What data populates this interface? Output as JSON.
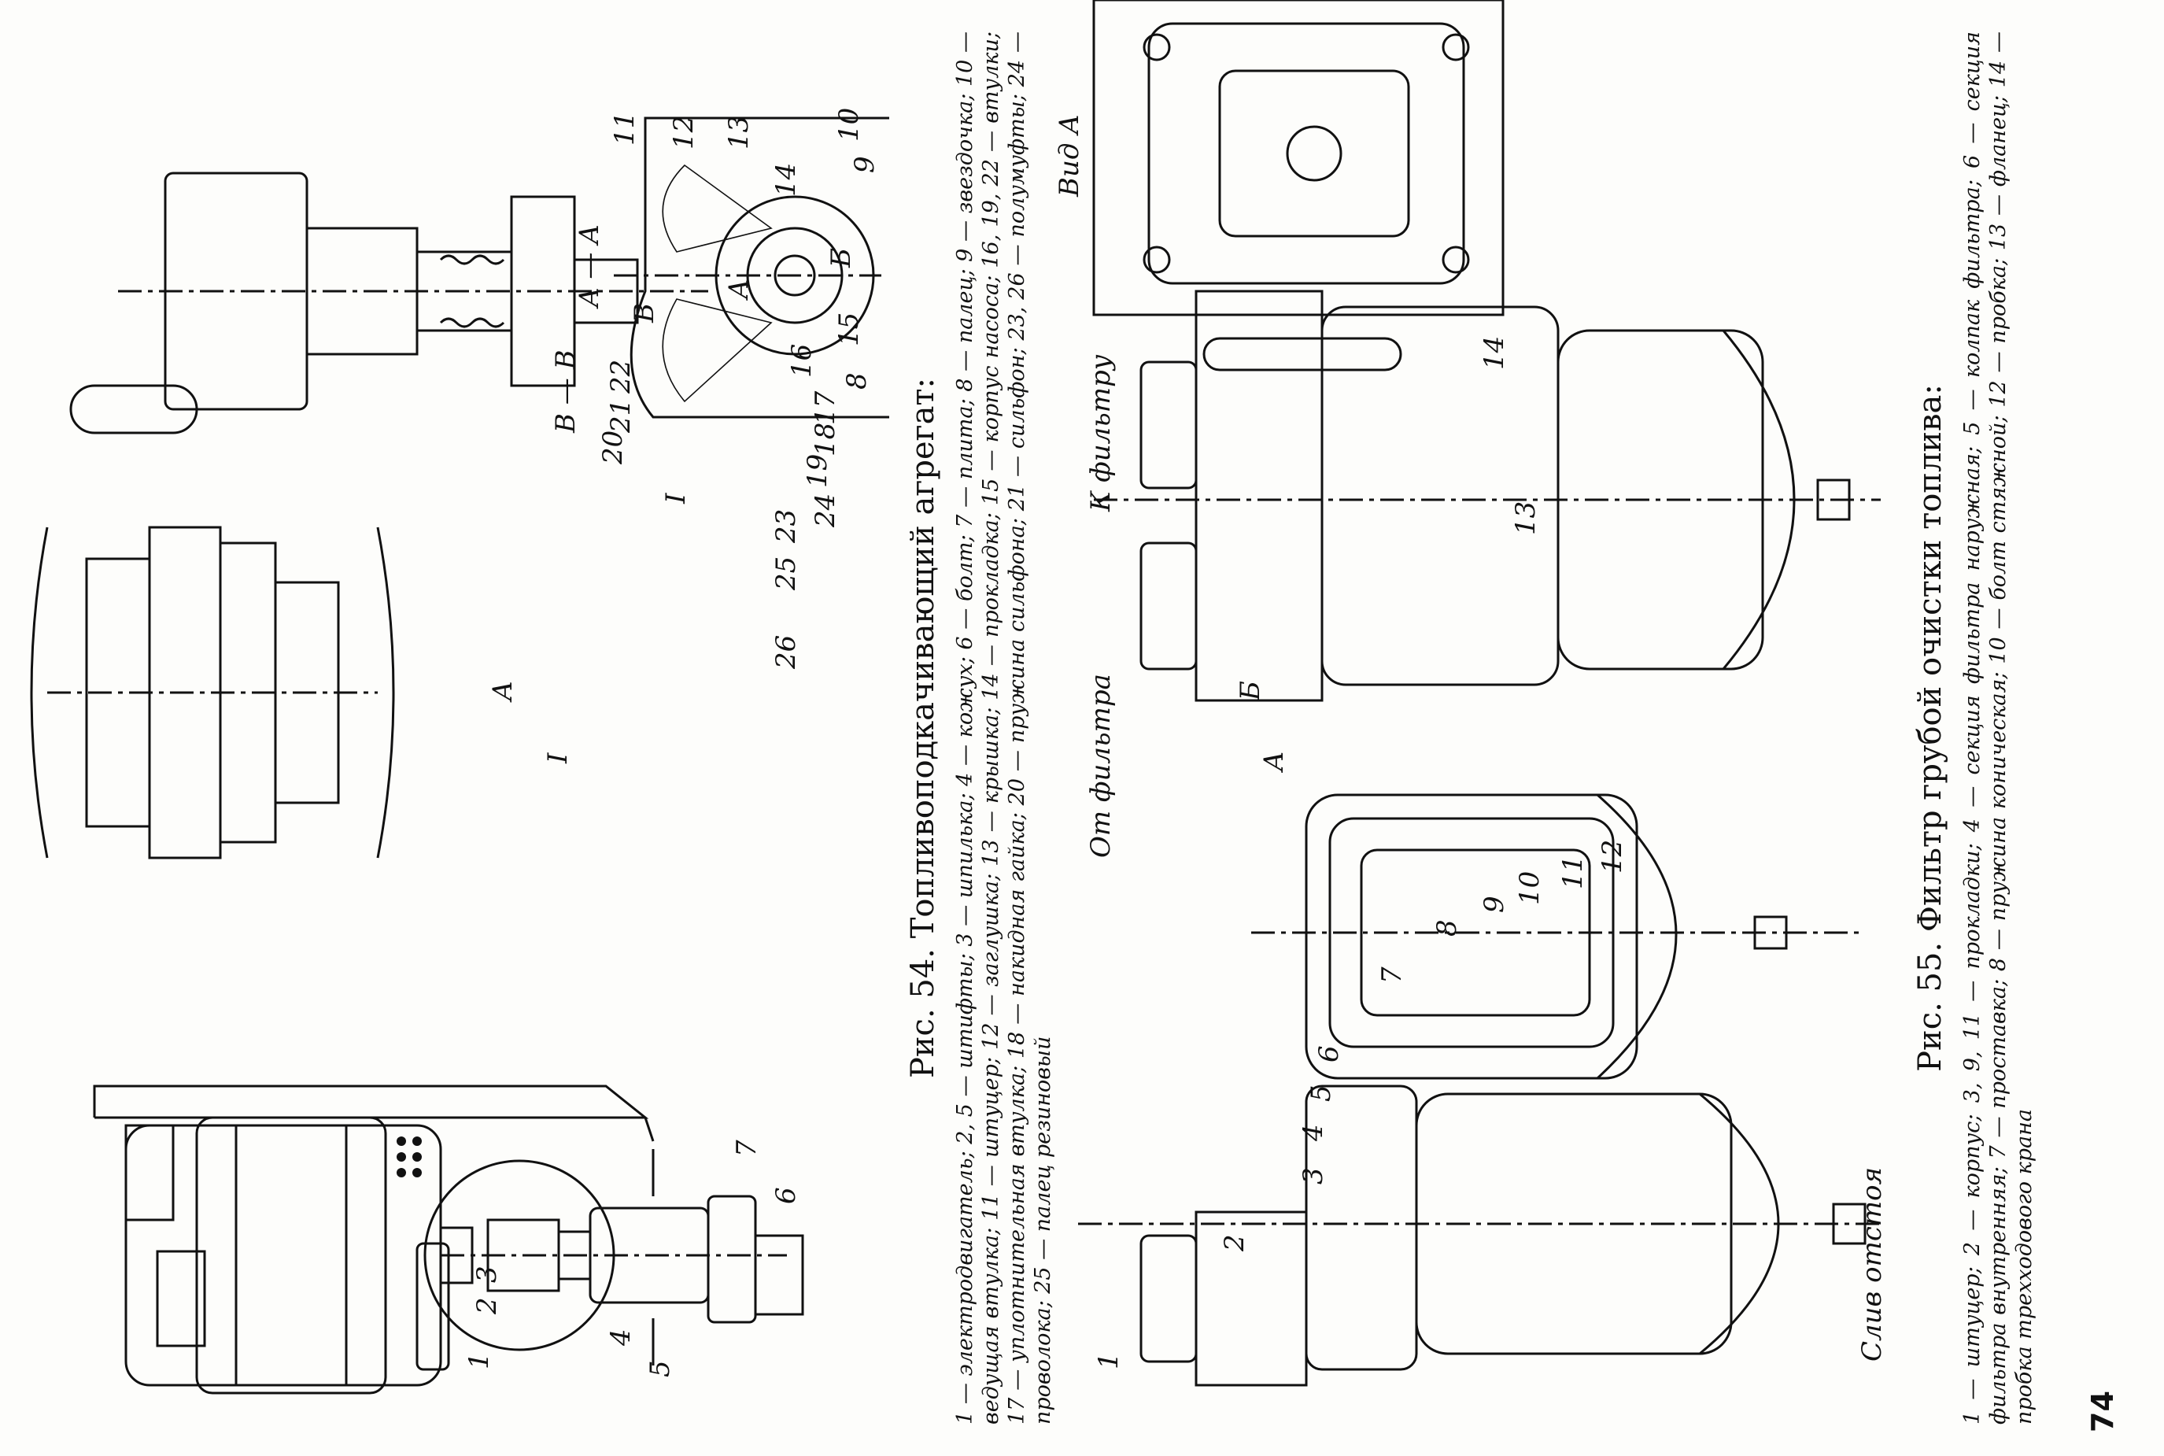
{
  "page_number": "74",
  "figure54": {
    "title": "Рис. 54. Топливоподкачивающий агрегат:",
    "legend": "1 — электродвигатель; 2, 5 — штифты; 3 — шпилька; 4 — кожух; 6 — болт; 7 — плита; 8 — палец; 9 — звездочка; 10 — ведущая втулка; 11 — штуцер; 12 — заглушка; 13 — крышка; 14 — прокладка; 15 — корпус насоса; 16, 19, 22 — втулки; 17 — уплотнительная втулка; 18 — накидная гайка; 20 — пружина сильфона; 21 — сильфон; 23, 26 — полумуфты; 24 — проволока; 25 — палец резиновый",
    "labels": {
      "n1": "1",
      "n2": "2",
      "n3": "3",
      "n4": "4",
      "n5": "5",
      "n6": "6",
      "n7": "7",
      "n8": "8",
      "n9": "9",
      "n10": "10",
      "n11": "11",
      "n12": "12",
      "n13": "13",
      "n14": "14",
      "n15": "15",
      "n16": "16",
      "n17": "17",
      "n18": "18",
      "n19": "19",
      "n20": "20",
      "n21": "21",
      "n22": "22",
      "n23": "23",
      "n24": "24",
      "n25": "25",
      "n26": "26",
      "section_aa": "A — A",
      "section_bb": "B — B",
      "mark_b": "B",
      "mark_a": "A",
      "chamber_a": "А",
      "chamber_b": "Б",
      "view_i": "I",
      "callout_i": "I"
    }
  },
  "figure55": {
    "title": "Рис. 55. Фильтр грубой очистки топлива:",
    "legend": "1 — штуцер; 2 — корпус; 3, 9, 11 — прокладки; 4 — секция фильтра наружная; 5 — колпак фильтра; 6 — секция фильтра внутренняя; 7 — проставка; 8 — пружина коническая; 10 — болт стяжной; 12 — пробка; 13 — фланец; 14 — пробка трехходового крана",
    "labels": {
      "n1": "1",
      "n2": "2",
      "n3": "3",
      "n4": "4",
      "n5": "5",
      "n6": "6",
      "n7": "7",
      "n8": "8",
      "n9": "9",
      "n10": "10",
      "n11": "11",
      "n12": "12",
      "n13": "13",
      "n14": "14",
      "from_filter": "От фильтра",
      "to_filter": "К фильтру",
      "drain": "Слив отстоя",
      "view_a": "Вид А",
      "arrow_a": "А",
      "flange_b": "Б"
    }
  },
  "colors": {
    "ink": "#111111",
    "paper": "#fdfdfb"
  }
}
